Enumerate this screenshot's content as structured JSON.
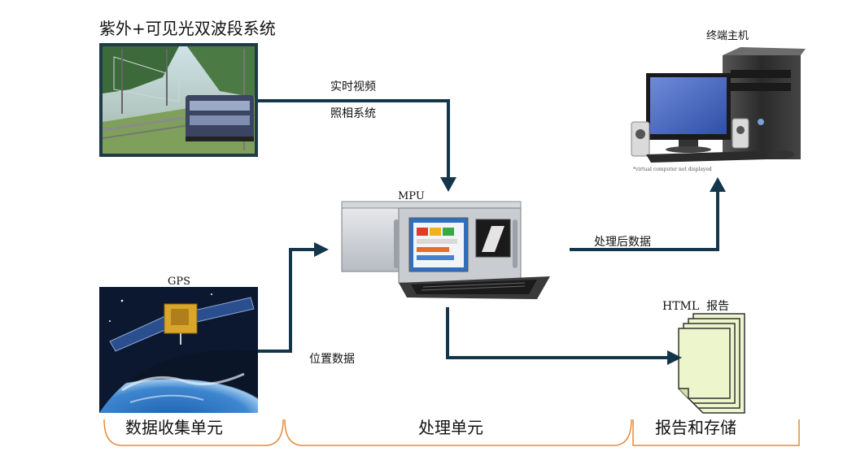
{
  "title": "紫外+可见光双波段系统",
  "terminal_label": "终端主机",
  "monitor_note": "*virtual computer not displayed",
  "video_label_1": "实时视频",
  "video_label_2": "照相系统",
  "mpu_label": "MPU",
  "processed_label": "处理后数据",
  "gps_label": "GPS",
  "position_label": "位置数据",
  "report_label": "HTML  报告",
  "sections": {
    "collect": "数据收集单元",
    "process": "处理单元",
    "report": "报告和存储"
  },
  "colors": {
    "arrow": "#14364a",
    "brace": "#e58a3c",
    "report": "#ecf5cc"
  }
}
